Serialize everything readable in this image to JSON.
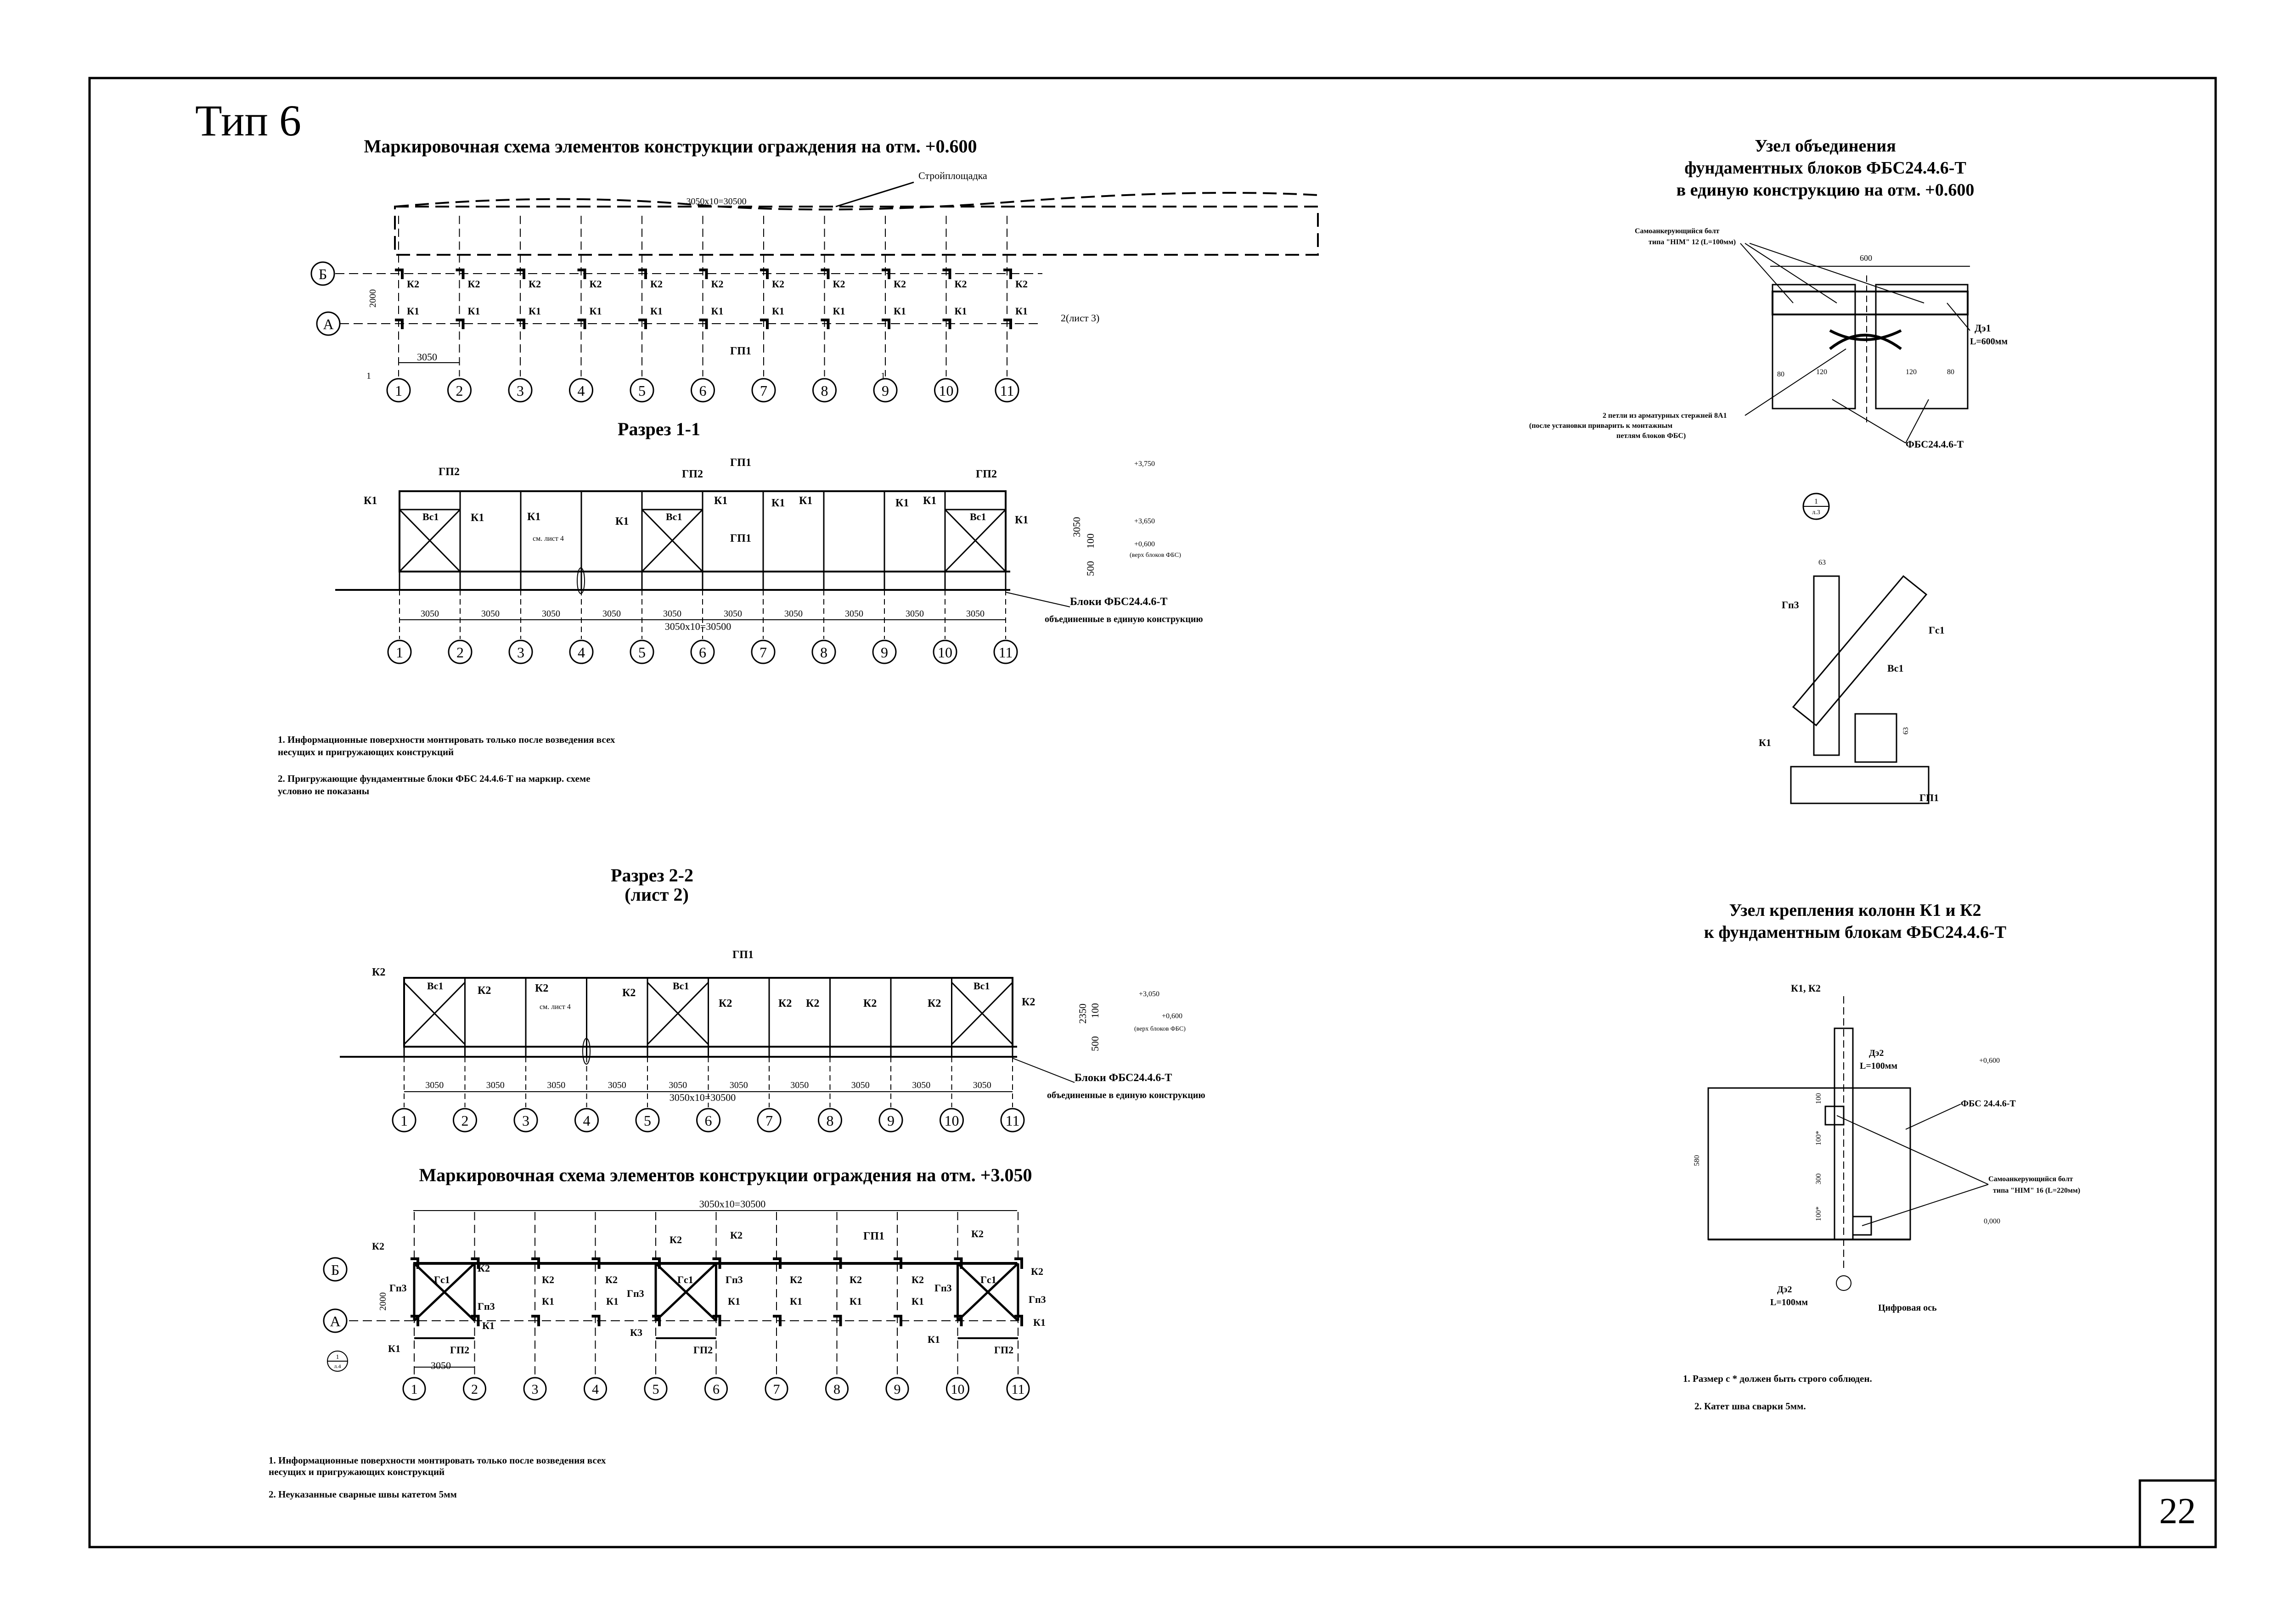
{
  "sheet": {
    "type_label": "Тип 6",
    "page_number": "22"
  },
  "plan1": {
    "title": "Маркировочная схема элементов конструкции ограждения на отм. +0.600",
    "site_label": "Стройплощадка",
    "total_dim": "3050x10=30500",
    "span_dim": "3050",
    "row_b": "Б",
    "row_a": "А",
    "axis_labels": [
      "1",
      "2",
      "3",
      "4",
      "5",
      "6",
      "7",
      "8",
      "9",
      "10",
      "11"
    ],
    "k1": "К1",
    "k2": "К2",
    "gp1": "ГП1",
    "y_dim": "2000",
    "section_mark": "1",
    "section2_ref": "2(лист 3)"
  },
  "section1": {
    "title": "Разрез 1-1",
    "gp1": "ГП1",
    "gp2": "ГП2",
    "k1": "К1",
    "bs1": "Вс1",
    "see_sheet": "см. лист 4",
    "elev_top": "+3,750",
    "elev_mid": "+3,650",
    "elev_low": "+0,600",
    "elev_low_note": "(верх блоков ФБС)",
    "height_dim": "3050",
    "low_dim_a": "500",
    "low_dim_b": "100",
    "blocks_label": "Блоки ФБС24.4.6-Т",
    "blocks_note": "объединенные в единую конструкцию",
    "span_dim": "3050",
    "total_dim": "3050x10=30500",
    "axis_labels": [
      "1",
      "2",
      "3",
      "4",
      "5",
      "6",
      "7",
      "8",
      "9",
      "10",
      "11"
    ]
  },
  "notes1": [
    "1. Информационные поверхности монтировать только после возведения всех",
    "несущих и пригружающих конструкций",
    "2. Пригружающие фундаментные блоки ФБС 24.4.6-Т на маркир. схеме",
    "условно не показаны"
  ],
  "section2": {
    "title": "Разрез 2-2",
    "subtitle": "(лист 2)",
    "gp1": "ГП1",
    "k2": "К2",
    "bs1": "Вс1",
    "see_sheet": "см. лист 4",
    "elev_top": "+3,050",
    "elev_low": "+0,600",
    "elev_low_note": "(верх блоков ФБС)",
    "height_dim": "2350",
    "low_dim_a": "500",
    "low_dim_b": "100",
    "blocks_label": "Блоки ФБС24.4.6-Т",
    "blocks_note": "объединенные в единую конструкцию",
    "span_dim": "3050",
    "total_dim": "3050x10=30500",
    "axis_labels": [
      "1",
      "2",
      "3",
      "4",
      "5",
      "6",
      "7",
      "8",
      "9",
      "10",
      "11"
    ]
  },
  "plan2": {
    "title": "Маркировочная схема элементов конструкции ограждения на отм. +3.050",
    "total_dim": "3050x10=30500",
    "span_dim": "3050",
    "row_b": "Б",
    "row_a": "А",
    "k1": "К1",
    "k2": "К2",
    "k3": "К3",
    "gp1": "ГП1",
    "gp2": "ГП2",
    "gp3": "Гп3",
    "gs1": "Гс1",
    "y_dim": "2000",
    "node_ref": "1",
    "node_ref_sheet": "л.4",
    "axis_labels": [
      "1",
      "2",
      "3",
      "4",
      "5",
      "6",
      "7",
      "8",
      "9",
      "10",
      "11"
    ]
  },
  "notes2": [
    "1. Информационные поверхности монтировать только после возведения всех",
    "несущих и пригружающих конструкций",
    "2. Неуказанные сварные швы катетом 5мм"
  ],
  "node1": {
    "title_line1": "Узел объединения",
    "title_line2": "фундаментных блоков ФБС24.4.6-Т",
    "title_line3": "в единую конструкцию на отм. +0.600",
    "bolt_label_1": "Самоанкерующийся болт",
    "bolt_label_2": "типа \"HIM\" 12 (L=100мм)",
    "dim_600": "600",
    "plate_label": "Дэ1",
    "plate_len": "L=600мм",
    "dim_80": "80",
    "dim_120": "120",
    "loops_1": "2 петли из арматурных стержней 8A1",
    "loops_2": "(после установки приварить к монтажным",
    "loops_3": "петлям блоков ФБС)",
    "block_label": "ФБС24.4.6-Т"
  },
  "detail1": {
    "marker_num": "1",
    "marker_sheet": "л.3",
    "dim_63": "63",
    "gp3": "Гп3",
    "gs1": "Гс1",
    "bs1": "Вс1",
    "k1": "К1",
    "gp1": "ГП1",
    "dim_side": "63"
  },
  "node2": {
    "title_line1": "Узел крепления колонн К1 и К2",
    "title_line2": "к фундаментным блокам ФБС24.4.6-Т",
    "col_label": "К1, К2",
    "plate_label": "Дэ2",
    "plate_len": "L=100мм",
    "elev_top": "+0,600",
    "elev_bottom": "0,000",
    "block_label": "ФБС 24.4.6-Т",
    "bolt_label_1": "Самоанкерующийся болт",
    "bolt_label_2": "типа \"HIM\" 16 (L=220мм)",
    "dim_100": "100",
    "dim_100s": "100*",
    "dim_300": "300",
    "dim_580": "580",
    "plate2_label": "Дэ2",
    "plate2_len": "L=100мм",
    "axis_label": "Цифровая ось"
  },
  "notes3": [
    "1. Размер с * должен быть строго соблюден.",
    "2. Катет шва сварки 5мм."
  ]
}
